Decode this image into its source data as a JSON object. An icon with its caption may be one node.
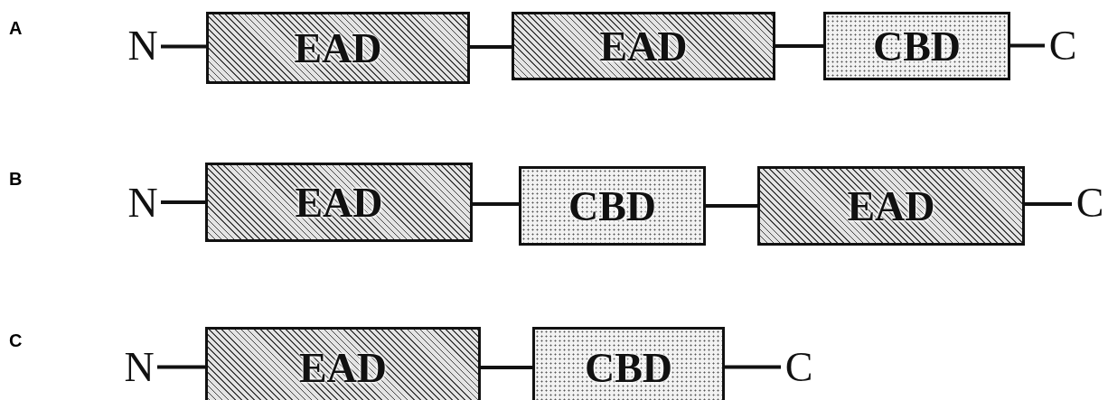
{
  "diagram": {
    "nodes": [
      {
        "text": [
          "N"
        ]
      },
      {
        "text": [
          "EAD"
        ]
      },
      {
        "text": [
          "EAD"
        ]
      },
      {
        "text": [
          "CBD"
        ]
      },
      {
        "text": [
          "C"
        ]
      },
      {
        "text": [
          "N"
        ]
      },
      {
        "text": [
          "EAD"
        ]
      },
      {
        "text": [
          "CBD"
        ]
      },
      {
        "text": [
          "EAD"
        ]
      },
      {
        "text": [
          "C"
        ]
      },
      {
        "text": [
          "N"
        ]
      },
      {
        "text": [
          "EAD"
        ]
      },
      {
        "text": [
          "CBD"
        ]
      },
      {
        "text": [
          "C"
        ]
      }
    ],
    "edges": [
      {
        "from": 0,
        "to": 1,
        "arrow": "none"
      },
      {
        "from": 1,
        "to": 2,
        "arrow": "none"
      },
      {
        "from": 2,
        "to": 3,
        "arrow": "none"
      },
      {
        "from": 3,
        "to": 4,
        "arrow": "none"
      },
      {
        "from": 5,
        "to": 6,
        "arrow": "none"
      },
      {
        "from": 6,
        "to": 7,
        "arrow": "none"
      },
      {
        "from": 7,
        "to": 8,
        "arrow": "none"
      },
      {
        "from": 8,
        "to": 9,
        "arrow": "none"
      },
      {
        "from": 10,
        "to": 11,
        "arrow": "none"
      },
      {
        "from": 11,
        "to": 12,
        "arrow": "none"
      },
      {
        "from": 12,
        "to": 13,
        "arrow": "none"
      }
    ],
    "labels": [
      "A",
      "B",
      "C"
    ]
  }
}
